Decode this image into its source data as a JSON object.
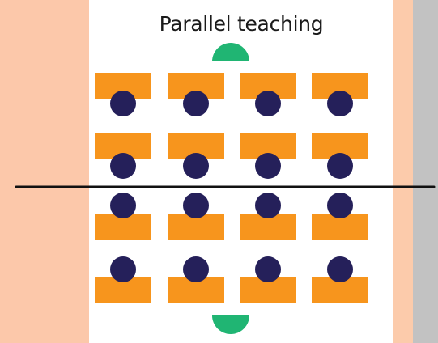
{
  "title": "Parallel teaching",
  "colors": {
    "background_left": "#fcc8aa",
    "panel": "#ffffff",
    "background_gap": "#fccbab",
    "background_right": "#c2c2c2",
    "desk": "#f7951d",
    "student": "#25205a",
    "teacher": "#20b573",
    "divider": "#111111"
  },
  "layout": {
    "student_rows": 4,
    "students_per_row": 4,
    "teachers": 2,
    "divider": true
  }
}
